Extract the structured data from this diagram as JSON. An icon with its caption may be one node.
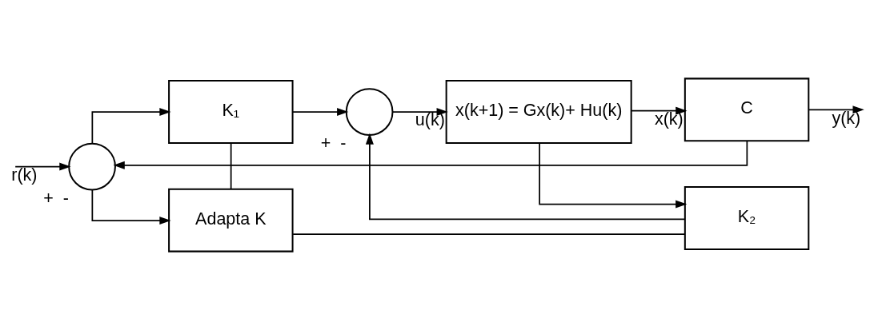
{
  "diagram": {
    "nodes": [
      {
        "text": [],
        "shape": "circle",
        "beside": [
          "+",
          "-"
        ]
      },
      {
        "text": [
          "K₁"
        ]
      },
      {
        "text": [],
        "shape": "circle",
        "beside": [
          "+",
          "-"
        ]
      },
      {
        "text": [
          "x(k+1) = Gx(k)+ Hu(k)"
        ]
      },
      {
        "text": [
          "C"
        ]
      },
      {
        "text": [
          "K₂"
        ]
      },
      {
        "text": [
          "Adapta K"
        ]
      }
    ],
    "edges": [
      {
        "from": null,
        "to": 0,
        "arrow": "to",
        "label": "r(k)"
      },
      {
        "from": 0,
        "to": 1,
        "arrow": "to"
      },
      {
        "from": 0,
        "to": 6,
        "arrow": "to"
      },
      {
        "from": 1,
        "to": 2,
        "arrow": "to"
      },
      {
        "from": 2,
        "to": 3,
        "arrow": "to",
        "label": "u(k)"
      },
      {
        "from": 3,
        "to": 4,
        "arrow": "to",
        "label": "x(k)"
      },
      {
        "from": 3,
        "to": 5,
        "arrow": "to"
      },
      {
        "from": 4,
        "to": null,
        "arrow": "to",
        "label": "y(k)"
      },
      {
        "from": 4,
        "to": 0,
        "arrow": "to"
      },
      {
        "from": 5,
        "to": 2,
        "arrow": "to"
      },
      {
        "from": 6,
        "to": 1,
        "arrow": "none"
      },
      {
        "from": 6,
        "to": 5,
        "arrow": "none"
      }
    ]
  }
}
